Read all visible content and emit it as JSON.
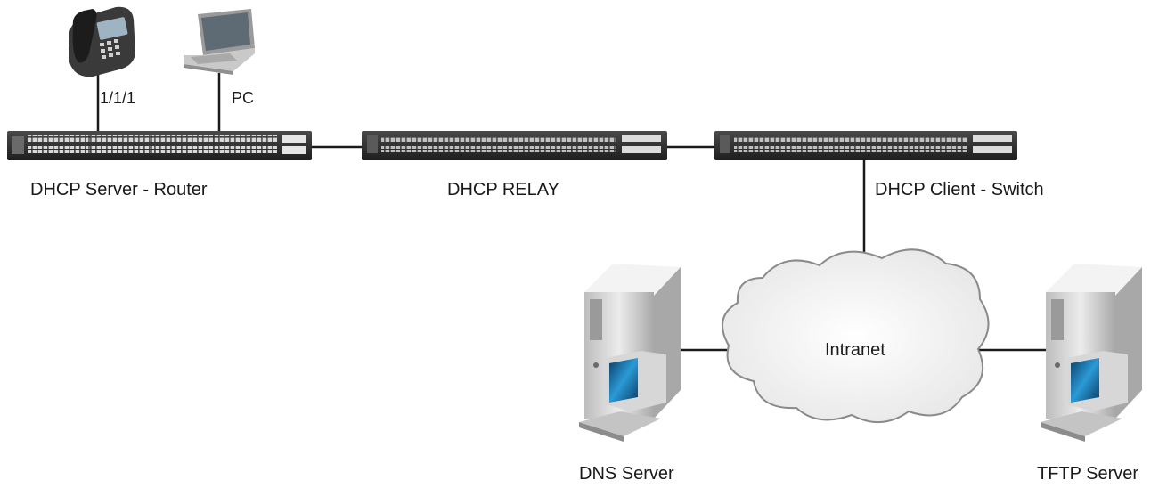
{
  "labels": {
    "port": "1/1/1",
    "pc": "PC",
    "router": "DHCP Server - Router",
    "relay": "DHCP RELAY",
    "client": "DHCP Client - Switch",
    "cloud": "Intranet",
    "dns": "DNS Server",
    "tftp": "TFTP Server"
  },
  "colors": {
    "line": "#1a1a1a",
    "switch_body": "#2b2b2b",
    "switch_ports": "#cfcfcf",
    "cloud_fill": "#f0f0f0",
    "cloud_stroke": "#8a8a8a",
    "monitor_screen": "#1f7fb8",
    "server_body": "#d9d9d9"
  },
  "icons": [
    "ip-phone-icon",
    "laptop-icon",
    "switch-icon",
    "cloud-icon",
    "server-icon"
  ]
}
